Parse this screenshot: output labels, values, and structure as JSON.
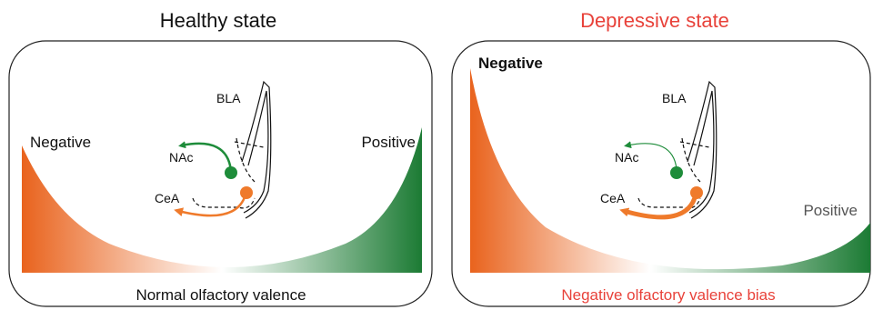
{
  "colors": {
    "negative": "#e9631d",
    "positive": "#1c7b34",
    "accent_red": "#e8423a",
    "green_pathway": "#1e8c3a",
    "orange_pathway": "#ef7a2b"
  },
  "panels": [
    {
      "title": "Healthy state",
      "negative_label": "Negative",
      "positive_label": "Positive",
      "caption": "Normal olfactory valence",
      "regions": {
        "bla": "BLA",
        "nac": "NAc",
        "cea": "CeA"
      }
    },
    {
      "title": "Depressive state",
      "negative_label": "Negative",
      "positive_label": "Positive",
      "caption": "Negative olfactory valence bias",
      "regions": {
        "bla": "BLA",
        "nac": "NAc",
        "cea": "CeA"
      }
    }
  ]
}
